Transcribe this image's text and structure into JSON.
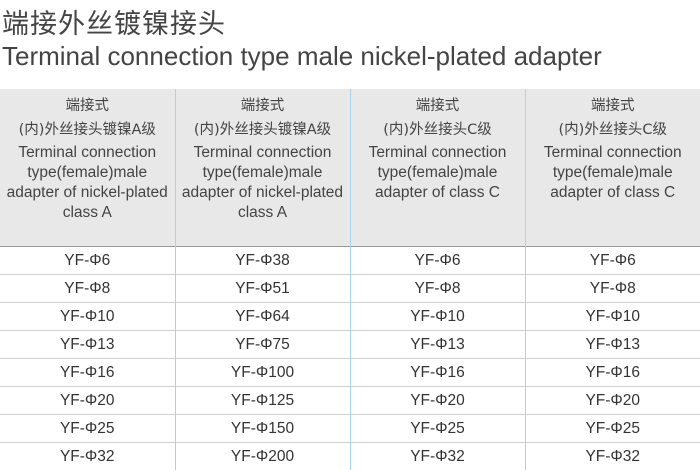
{
  "title_cn": "端接外丝镀镍接头",
  "title_en": "Terminal connection type male nickel-plated adapter",
  "columns": [
    {
      "cn_line1": "端接式",
      "cn_line2": "(内)外丝接头镀镍A级",
      "en": "Terminal connection type(female)male adapter of nickel-plated class A"
    },
    {
      "cn_line1": "端接式",
      "cn_line2": "(内)外丝接头镀镍A级",
      "en": "Terminal connection type(female)male adapter of nickel-plated class A"
    },
    {
      "cn_line1": "端接式",
      "cn_line2": "(内)外丝接头C级",
      "en": "Terminal connection type(female)male adapter of class C"
    },
    {
      "cn_line1": "端接式",
      "cn_line2": "(内)外丝接头C级",
      "en": "Terminal connection type(female)male adapter of class C"
    }
  ],
  "rows": [
    [
      "YF-Φ6",
      "YF-Φ38",
      "YF-Φ6",
      "YF-Φ6"
    ],
    [
      "YF-Φ8",
      "YF-Φ51",
      "YF-Φ8",
      "YF-Φ8"
    ],
    [
      "YF-Φ10",
      "YF-Φ64",
      "YF-Φ10",
      "YF-Φ10"
    ],
    [
      "YF-Φ13",
      "YF-Φ75",
      "YF-Φ13",
      "YF-Φ13"
    ],
    [
      "YF-Φ16",
      "YF-Φ100",
      "YF-Φ16",
      "YF-Φ16"
    ],
    [
      "YF-Φ20",
      "YF-Φ125",
      "YF-Φ20",
      "YF-Φ20"
    ],
    [
      "YF-Φ25",
      "YF-Φ150",
      "YF-Φ25",
      "YF-Φ25"
    ],
    [
      "YF-Φ32",
      "YF-Φ200",
      "YF-Φ32",
      "YF-Φ32"
    ]
  ]
}
